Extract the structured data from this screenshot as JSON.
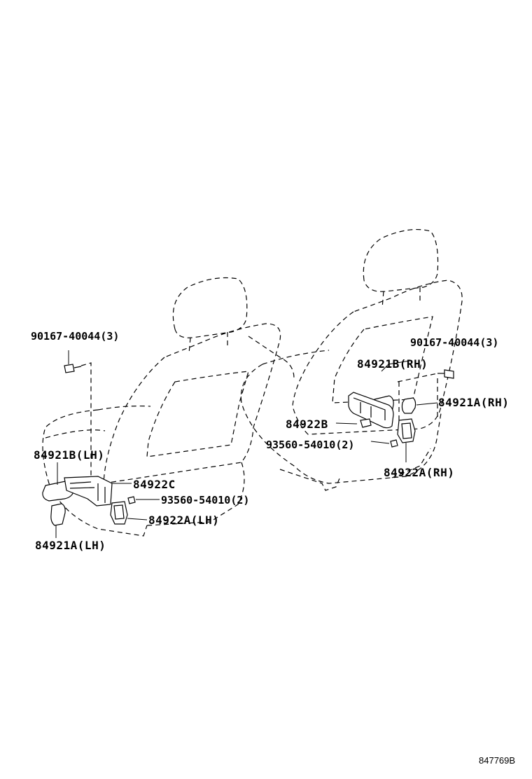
{
  "labels": {
    "bolt_lh": "90167-40044(3)",
    "bolt_rh": "90167-40044(3)",
    "cover_b_rh": "84921B(RH)",
    "cover_a_rh": "84921A(RH)",
    "switch_b": "84922B",
    "screw_rh": "93560-54010(2)",
    "switch_a_rh": "84922A(RH)",
    "cover_b_lh": "84921B(LH)",
    "switch_c": "84922C",
    "screw_lh": "93560-54010(2)",
    "switch_a_lh": "84922A(LH)",
    "cover_a_lh": "84921A(LH)"
  },
  "reference_code": "847769B"
}
